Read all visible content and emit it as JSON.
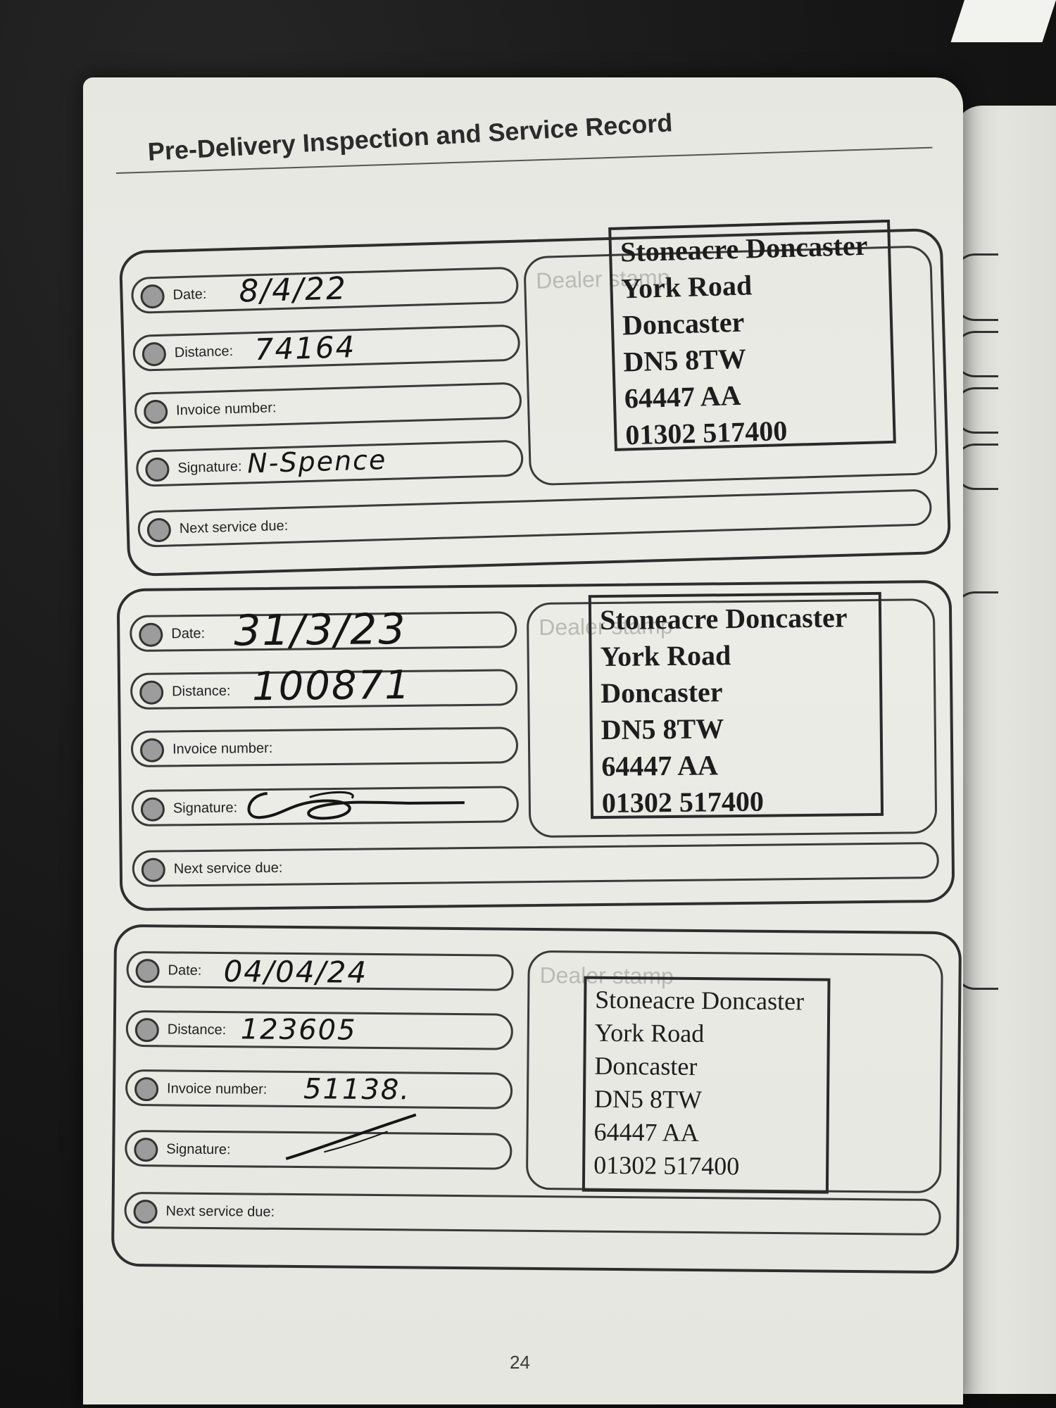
{
  "page_title": "Pre-Delivery Inspection and Service Record",
  "field_labels": {
    "date": "Date:",
    "distance": "Distance:",
    "invoice": "Invoice number:",
    "signature": "Signature:",
    "next_service": "Next service due:"
  },
  "stamp_hint": "Dealer stamp",
  "records": [
    {
      "date": "8/4/22",
      "distance": "74164",
      "invoice": "",
      "signature": "N-Spence",
      "next_service": "",
      "stamp_lines": [
        "Stoneacre Doncaster",
        "York Road",
        "Doncaster",
        "DN5 8TW",
        "64447 AA",
        "01302 517400"
      ]
    },
    {
      "date": "31/3/23",
      "distance": "100871",
      "invoice": "",
      "signature": "",
      "next_service": "",
      "stamp_lines": [
        "Stoneacre Doncaster",
        "York Road",
        "Doncaster",
        "DN5 8TW",
        "64447 AA",
        "01302 517400"
      ]
    },
    {
      "date": "04/04/24",
      "distance": "123605",
      "invoice": "51138.",
      "signature": "",
      "next_service": "",
      "stamp_lines": [
        "Stoneacre Doncaster",
        "York Road",
        "Doncaster",
        "DN5 8TW",
        "64447 AA",
        "01302 517400"
      ]
    }
  ],
  "page_number": "24"
}
